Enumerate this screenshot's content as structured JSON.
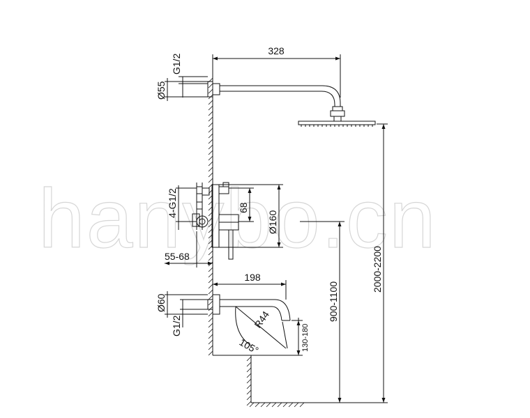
{
  "dimensions": {
    "arm_length": "328",
    "inlet_thread_top": "G1/2",
    "flange_top": "Ø55",
    "valve_thread": "4-G1/2",
    "valve_height": "68",
    "valve_plate": "Ø160",
    "wall_depth": "55-68",
    "spout_length": "198",
    "flange_spout": "Ø60",
    "inlet_thread_spout": "G1/2",
    "spout_radius": "R44",
    "spout_angle": "105°",
    "spout_drop": "130-180",
    "valve_height_floor": "900-1100",
    "head_height_floor": "2000-2200"
  },
  "watermark": "hanybo.cn"
}
